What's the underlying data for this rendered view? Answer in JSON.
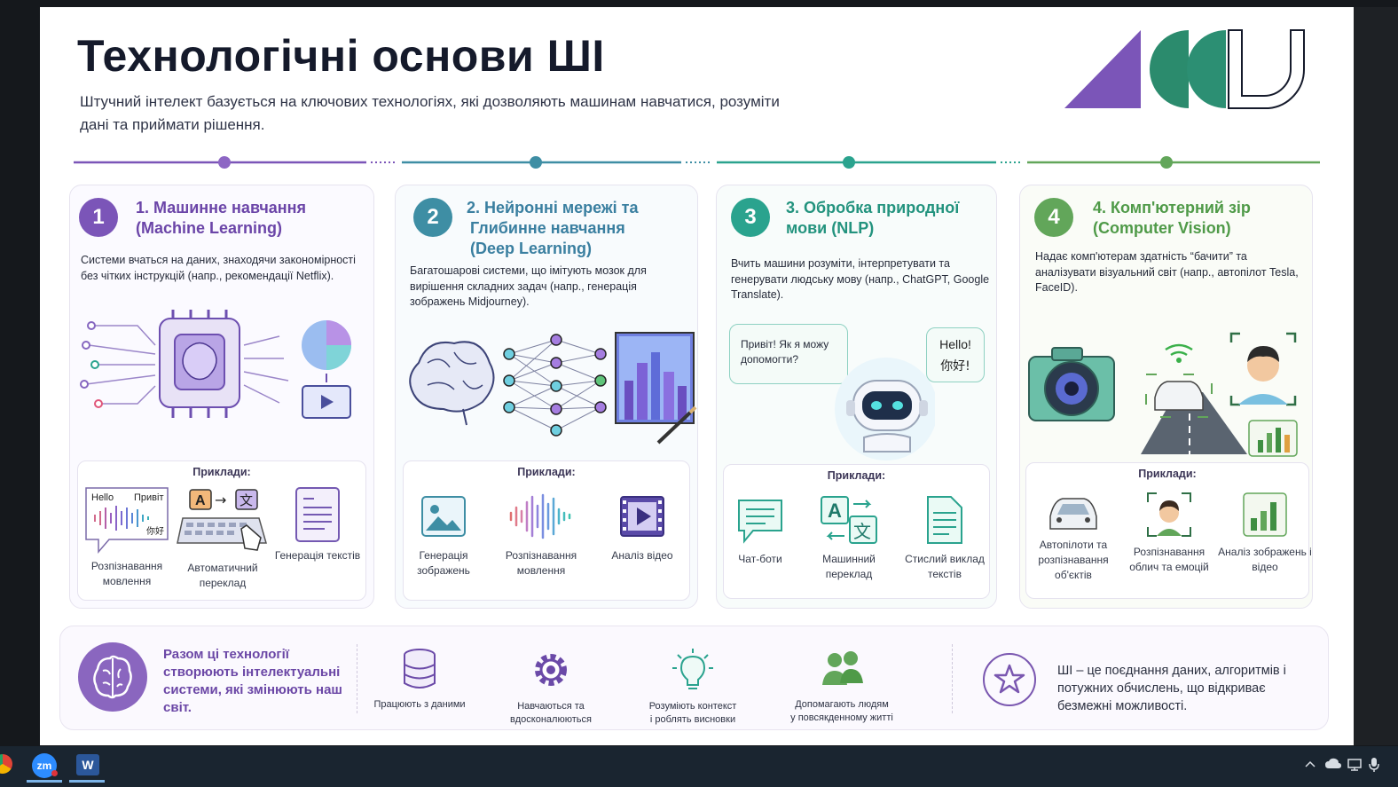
{
  "slide": {
    "title": "Технологічні основи ШІ",
    "subtitle": "Штучний інтелект базується на ключових технологіях, які дозволяють машинам навчатися, розуміти дані та приймати рішення."
  },
  "colors": {
    "purple": "#7b55b8",
    "teal_blue": "#3e8ea4",
    "teal": "#2aa38e",
    "green": "#62a65a",
    "dark_text": "#151a2b"
  },
  "panels": [
    {
      "number": "1",
      "title_line1": "1. Машинне навчання",
      "title_line2": "(Machine Learning)",
      "title_line3": "",
      "description": "Системи вчаться на даних, знаходячи закономірності без чітких інструкцій (напр., рекомендації Netflix).",
      "illustration_icons": [
        "chip-brain-icon",
        "pie-chart-icon",
        "video-play-icon"
      ],
      "examples_heading": "Приклади:",
      "examples": [
        {
          "label": "Розпізнавання мовлення",
          "icon": "speech-bubble-waveform-icon",
          "bubble_texts": [
            "Hello",
            "Привіт",
            "你好"
          ]
        },
        {
          "label": "Автоматичний переклад",
          "icon": "keyboard-translate-icon",
          "glyphs": [
            "A",
            "→",
            "文"
          ]
        },
        {
          "label": "Генерація текстів",
          "icon": "document-text-icon"
        }
      ]
    },
    {
      "number": "2",
      "title_line1": "2. Нейронні мережі та",
      "title_line2": "Глибинне навчання",
      "title_line3": "(Deep Learning)",
      "description": "Багатошарові системи, що імітують мозок для вирішення складних задач (напр., генерація зображень Midjourney).",
      "illustration_icons": [
        "brain-icon",
        "neural-network-icon",
        "city-painting-icon"
      ],
      "examples_heading": "Приклади:",
      "examples": [
        {
          "label": "Генерація зображень",
          "icon": "image-icon"
        },
        {
          "label": "Розпізнавання мовлення",
          "icon": "sound-wave-icon"
        },
        {
          "label": "Аналіз відео",
          "icon": "film-play-icon"
        }
      ]
    },
    {
      "number": "3",
      "title_line1": "3. Обробка природної",
      "title_line2": "мови (NLP)",
      "title_line3": "",
      "description": "Вчить машини розуміти, інтерпретувати та генерувати людську мову (напр., ChatGPT, Google Translate).",
      "illustration_icons": [
        "robot-icon",
        "chat-bubble-icon"
      ],
      "bubble_left": "Привіт! Як я можу допомогти?",
      "bubble_right_1": "Hello!",
      "bubble_right_2": "你好!",
      "examples_heading": "Приклади:",
      "examples": [
        {
          "label": "Чат-боти",
          "icon": "chat-lines-icon"
        },
        {
          "label": "Машинний переклад",
          "icon": "translate-icon",
          "glyphs": [
            "A",
            "文"
          ]
        },
        {
          "label": "Стислий виклад текстів",
          "icon": "document-text-icon"
        }
      ]
    },
    {
      "number": "4",
      "title_line1": "4. Комп'ютерний зір",
      "title_line2": "(Computer Vision)",
      "title_line3": "",
      "description": "Надає комп'ютерам здатність “бачити” та аналізувати візуальний світ (напр., автопілот Tesla, FaceID).",
      "illustration_icons": [
        "camera-icon",
        "car-road-icon",
        "face-scan-icon",
        "bar-chart-icon"
      ],
      "examples_heading": "Приклади:",
      "examples": [
        {
          "label": "Автопілоти та розпізнавання об'єктів",
          "icon": "car-icon"
        },
        {
          "label": "Розпізнавання облич та емоцій",
          "icon": "face-scan-icon"
        },
        {
          "label": "Аналіз зображень і відео",
          "icon": "bar-chart-icon"
        }
      ]
    }
  ],
  "footer": {
    "main_text": "Разом ці технології створюють інтелектуальні системи, які змінюють наш світ.",
    "features": [
      {
        "label_line1": "Працюють з даними",
        "label_line2": "",
        "icon": "database-icon"
      },
      {
        "label_line1": "Навчаються та",
        "label_line2": "вдосконалюються",
        "icon": "gear-icon"
      },
      {
        "label_line1": "Розуміють контекст",
        "label_line2": "і роблять висновки",
        "icon": "lightbulb-icon"
      },
      {
        "label_line1": "Допомагають людям",
        "label_line2": "у повсякденному житті",
        "icon": "people-icon"
      }
    ],
    "right_text": "ШІ – це поєднання даних, алгоритмів і потужних обчислень, що відкриває безмежні можливості."
  },
  "taskbar": {
    "apps": [
      {
        "name": "Chrome",
        "icon": "chrome-icon"
      },
      {
        "name": "Zoom",
        "label": "zm",
        "icon": "zoom-icon"
      },
      {
        "name": "Word",
        "label": "W",
        "icon": "word-icon"
      }
    ],
    "tray_icons": [
      "chevron-up-icon",
      "cloud-icon",
      "network-icon",
      "microphone-icon"
    ]
  }
}
